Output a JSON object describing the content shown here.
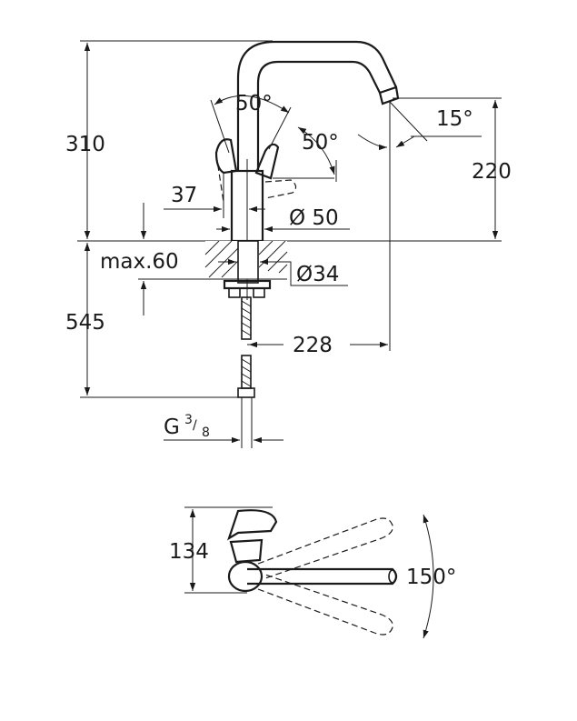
{
  "dimensions": {
    "height_total": "310",
    "angle_lever_1": "50°",
    "angle_lever_2": "50°",
    "angle_spout_tilt": "15°",
    "spout_height": "220",
    "lever_offset": "37",
    "body_diameter": "Ø 50",
    "max_deck": "max.60",
    "shank_diameter": "Ø34",
    "below_deck": "545",
    "projection": "228",
    "thread_prefix": "G",
    "thread_numerator": "3",
    "thread_denominator": "8",
    "plan_depth": "134",
    "swivel_angle": "150°"
  }
}
